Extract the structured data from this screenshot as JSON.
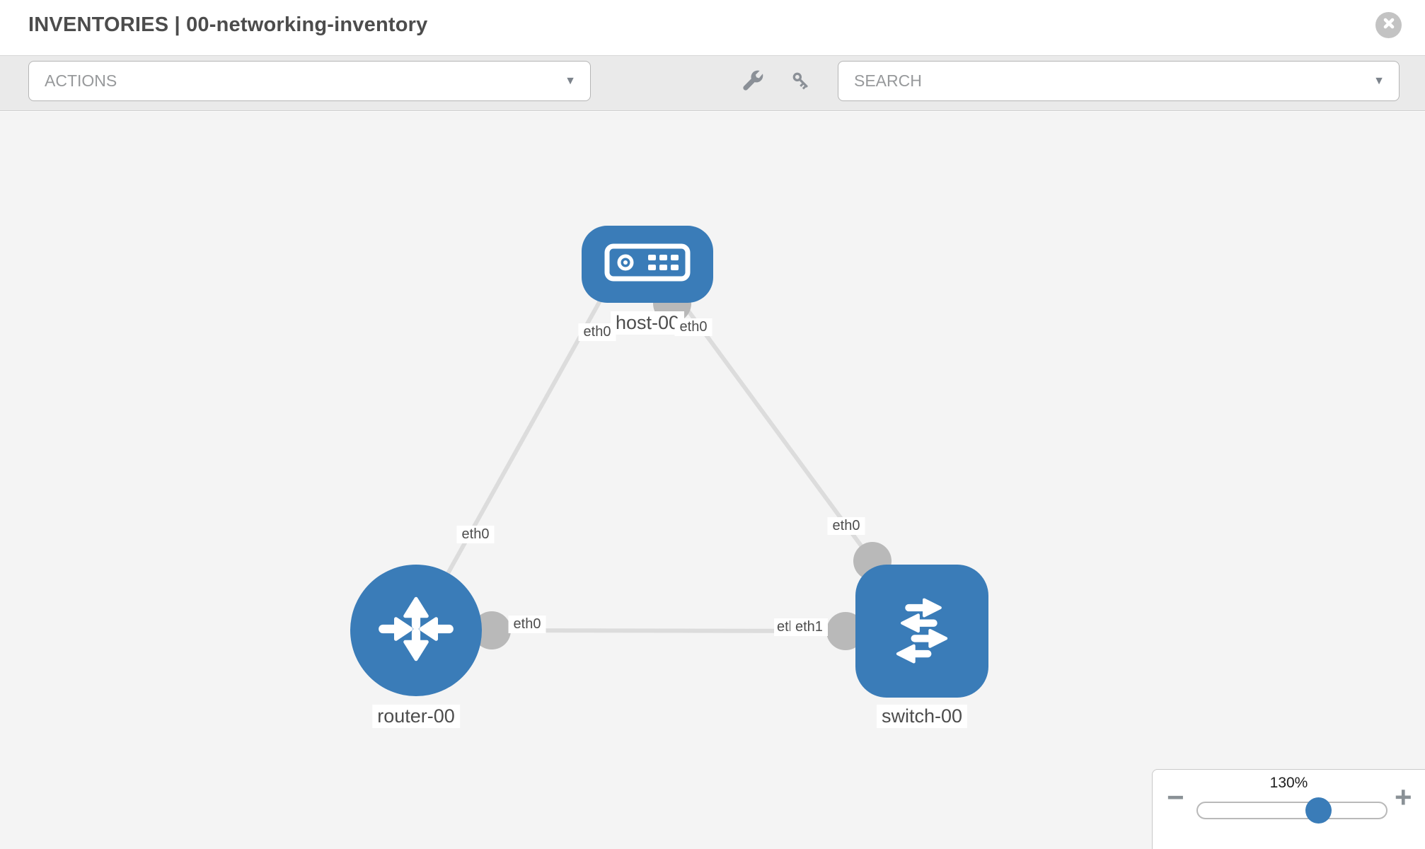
{
  "header": {
    "title": "INVENTORIES | 00-networking-inventory"
  },
  "toolbar": {
    "actions_label": "ACTIONS",
    "search_placeholder": "SEARCH"
  },
  "icons": {
    "caret_down": "▼",
    "close": "×",
    "wrench": "wrench",
    "key": "key",
    "zoom_out": "−",
    "zoom_in": "+"
  },
  "canvas": {
    "nodes": [
      {
        "id": "host-00",
        "type": "host",
        "label": "host-00"
      },
      {
        "id": "router-00",
        "type": "router",
        "label": "router-00"
      },
      {
        "id": "switch-00",
        "type": "switch",
        "label": "switch-00"
      }
    ],
    "links": [
      {
        "from": "host-00",
        "from_if": "eth0",
        "to": "router-00",
        "to_if": "eth0"
      },
      {
        "from": "host-00",
        "from_if": "eth0",
        "to": "switch-00",
        "to_if": "eth0"
      },
      {
        "from": "router-00",
        "from_if": "eth0",
        "to": "switch-00",
        "to_if": "eth1",
        "occluded_if_label": "eth0"
      }
    ]
  },
  "zoom_control": {
    "level": "130%"
  },
  "colors": {
    "node_blue": "#3a7cb8",
    "link_gray": "#dcdcdc",
    "port_gray": "#b9b9b9",
    "canvas_bg": "#f4f4f4",
    "toolbar_bg": "#eaeaea"
  }
}
